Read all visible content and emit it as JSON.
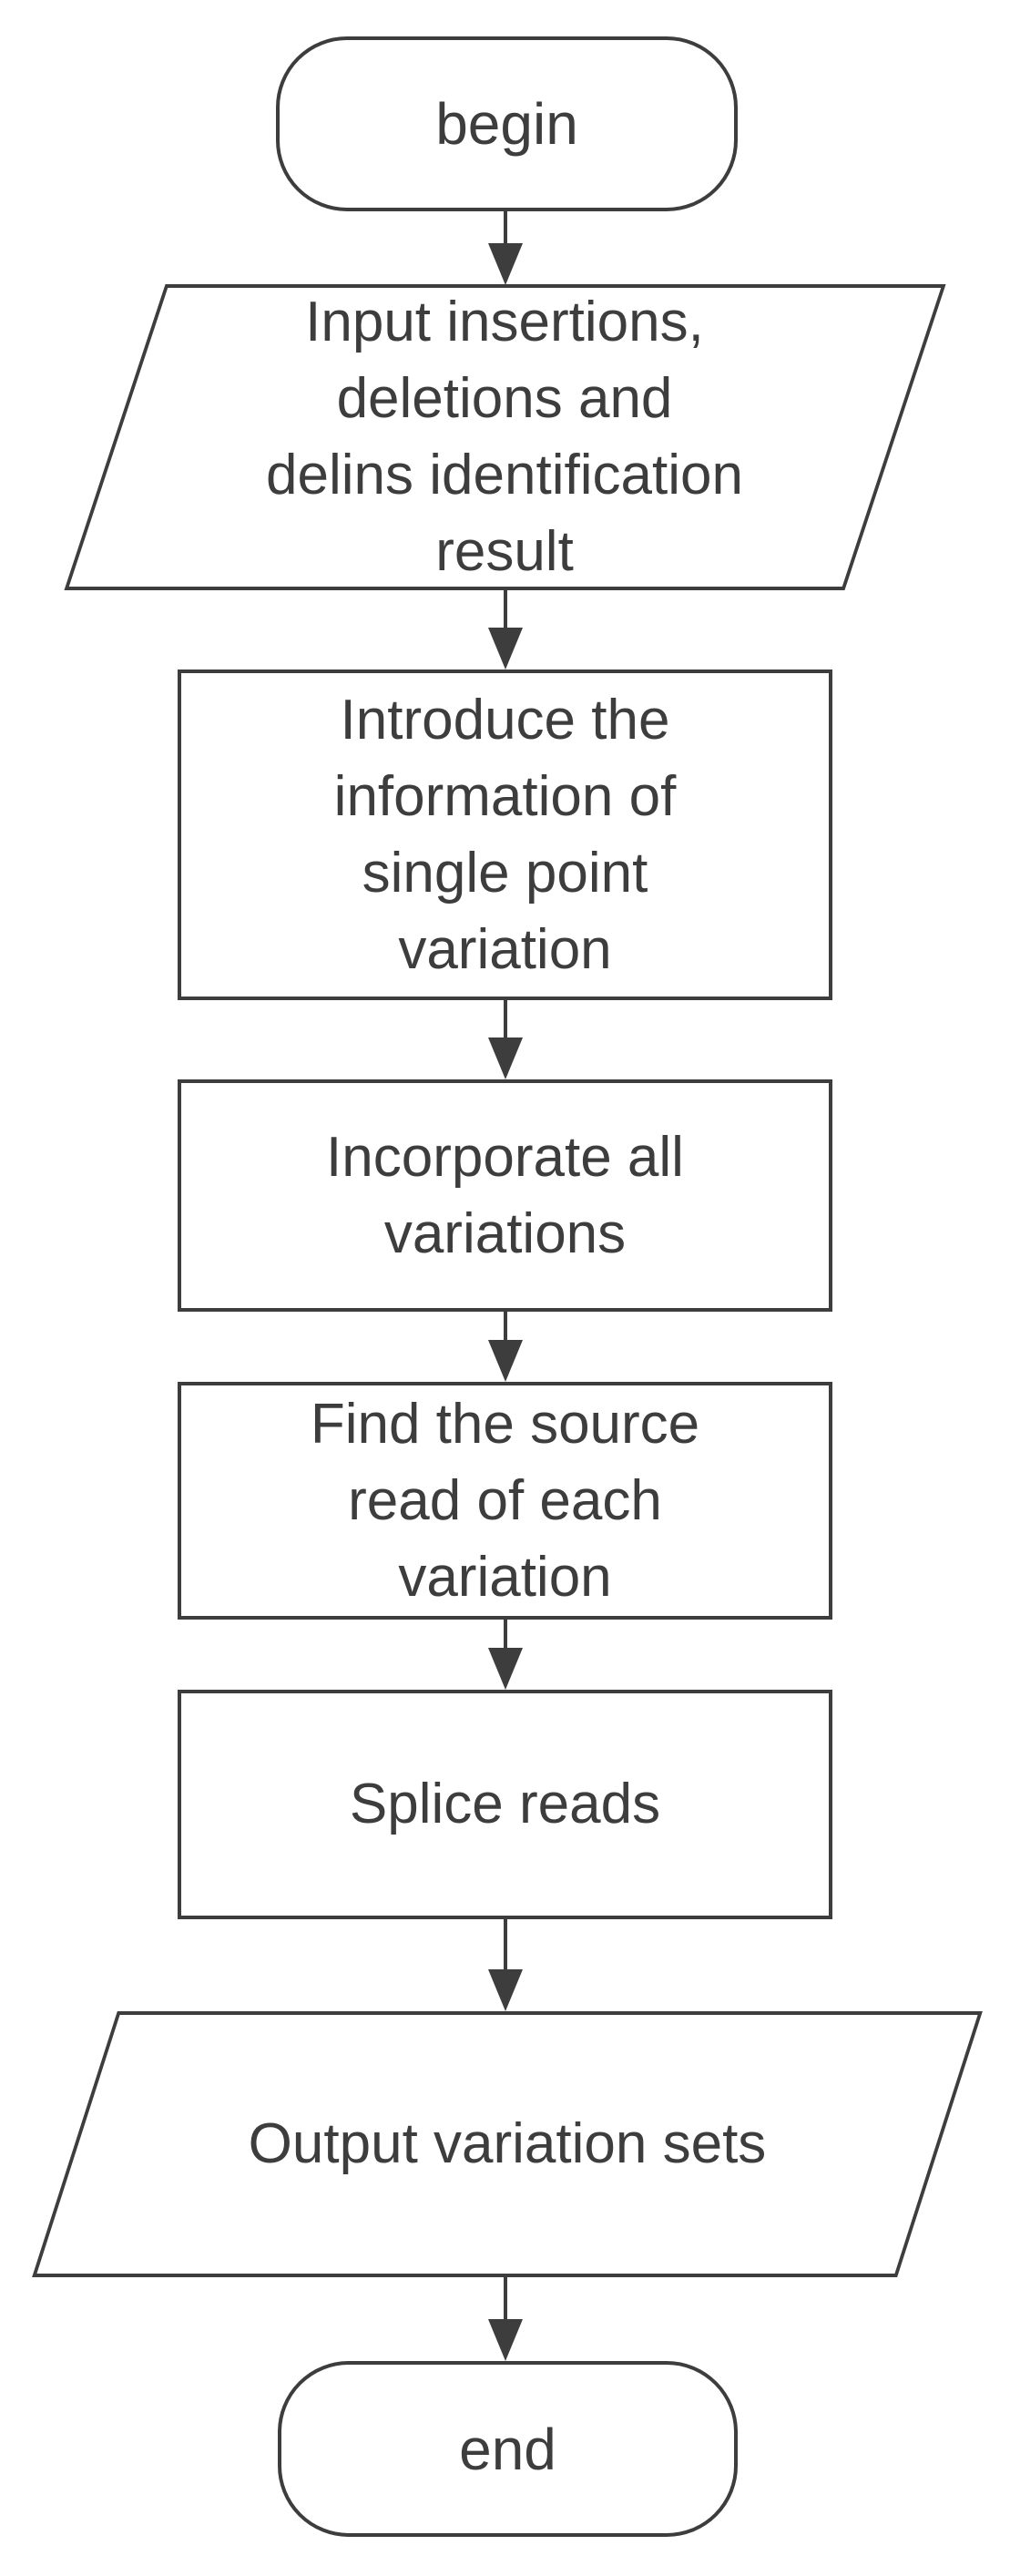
{
  "flow": {
    "background_color": "#ffffff",
    "stroke_color": "#3d3d3d",
    "nodes": [
      {
        "id": "begin",
        "type": "terminator",
        "label": "begin"
      },
      {
        "id": "input",
        "type": "data-parallelogram",
        "label": "Input insertions, deletions and delins identification result",
        "lines": [
          "Input insertions,",
          "deletions and",
          "delins identification",
          "result"
        ]
      },
      {
        "id": "introduce",
        "type": "process",
        "label": "Introduce the information of single point variation",
        "lines": [
          "Introduce the",
          "information of",
          "single point",
          "variation"
        ]
      },
      {
        "id": "incorporate",
        "type": "process",
        "label": "Incorporate all variations",
        "lines": [
          "Incorporate all",
          "variations"
        ]
      },
      {
        "id": "find",
        "type": "process",
        "label": "Find the source read of each variation",
        "lines": [
          "Find the source",
          "read of each",
          "variation"
        ]
      },
      {
        "id": "splice",
        "type": "process",
        "label": "Splice reads",
        "lines": [
          "Splice reads"
        ]
      },
      {
        "id": "output",
        "type": "data-parallelogram",
        "label": "Output variation sets",
        "lines": [
          "Output variation sets"
        ]
      },
      {
        "id": "end",
        "type": "terminator",
        "label": "end"
      }
    ],
    "edges": [
      {
        "from": "begin",
        "to": "input"
      },
      {
        "from": "input",
        "to": "introduce"
      },
      {
        "from": "introduce",
        "to": "incorporate"
      },
      {
        "from": "incorporate",
        "to": "find"
      },
      {
        "from": "find",
        "to": "splice"
      },
      {
        "from": "splice",
        "to": "output"
      },
      {
        "from": "output",
        "to": "end"
      }
    ]
  }
}
